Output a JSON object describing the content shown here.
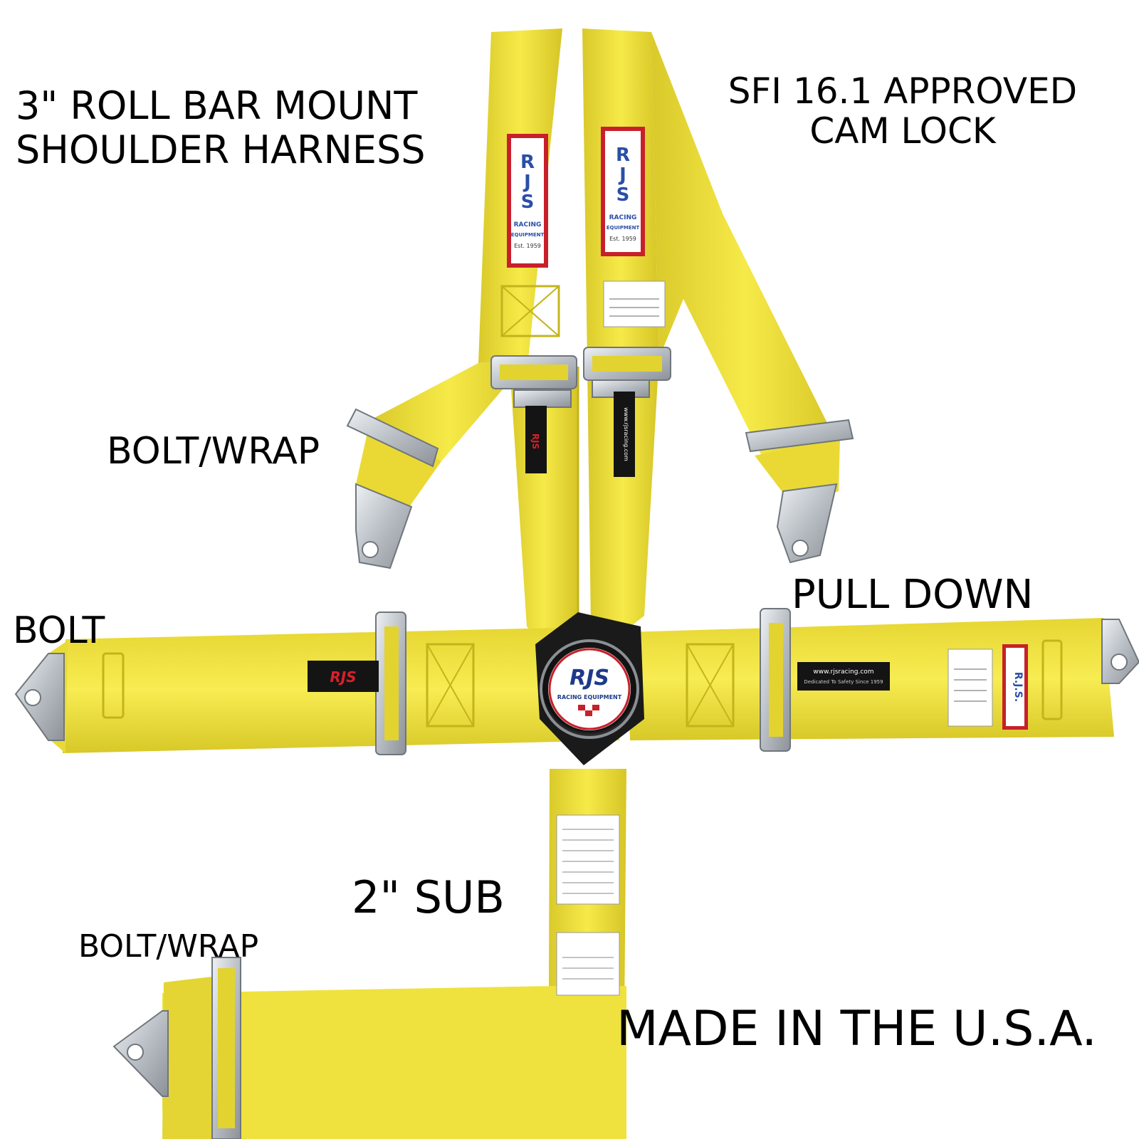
{
  "colors": {
    "webbing": "#f2e43a",
    "webbing_shadow": "#c9b81e",
    "webbing_highlight": "#fbf27a",
    "metal": "#c8cdd2",
    "metal_dark": "#7d848a",
    "label_red": "#c8202a",
    "label_blue": "#2a4fa8",
    "tag_black": "#141414",
    "text": "#000000"
  },
  "labels": {
    "shoulder_harness": [
      "3\" ROLL BAR MOUNT",
      "SHOULDER HARNESS"
    ],
    "sfi_approved": [
      "SFI 16.1 APPROVED",
      "CAM LOCK"
    ],
    "bolt_wrap_top": "BOLT/WRAP",
    "bolt": "BOLT",
    "pull_down": "PULL DOWN",
    "sub": "2\" SUB",
    "bolt_wrap_bottom": "BOLT/WRAP",
    "made_in_usa": "MADE IN THE U.S.A."
  },
  "logo": {
    "shoulder_patch": [
      "RJS",
      "RACING",
      "EQUIPMENT",
      "Est. 1959"
    ],
    "cam_lock": [
      "RJS",
      "RACING EQUIPMENT"
    ],
    "lap_patch": "R.J.S.",
    "pull_tab": "RJS",
    "website_tab": [
      "www.rjsracing.com",
      "Dedicated To Safety Since 1959"
    ]
  },
  "icons": {
    "cam_lock": "cam-lock-buckle-icon",
    "adjuster": "cam-adjuster-icon",
    "mount_tab": "bolt-mount-tab-icon"
  }
}
